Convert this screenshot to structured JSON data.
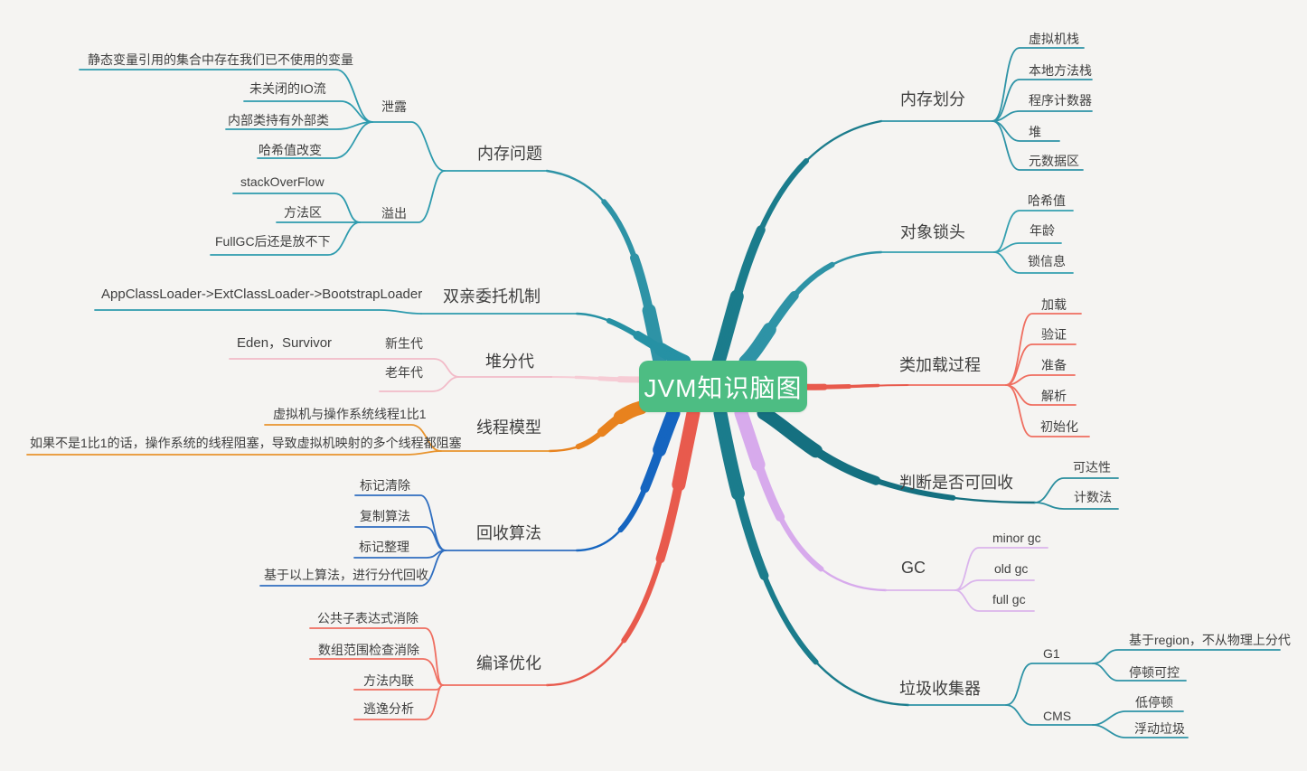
{
  "center": {
    "label": "JVM知识脑图"
  },
  "palette": {
    "background": "#f5f4f2",
    "center_bg": "#4dbd83",
    "center_text": "#ffffff",
    "text": "#3f3f3f",
    "teal": "#2e93a6",
    "teal_dark": "#1b7c8c",
    "teal_deep": "#157080",
    "pink": "#f6ccd5",
    "orange": "#e8821e",
    "blue": "#1565c0",
    "red": "#e85a4d",
    "purple": "#d7aaec"
  },
  "left_branches": [
    {
      "label": "内存问题",
      "children": [
        {
          "label": "泄露",
          "children": [
            {
              "label": "静态变量引用的集合中存在我们已不使用的变量"
            },
            {
              "label": "未关闭的IO流"
            },
            {
              "label": "内部类持有外部类"
            },
            {
              "label": "哈希值改变"
            }
          ]
        },
        {
          "label": "溢出",
          "children": [
            {
              "label": "stackOverFlow"
            },
            {
              "label": "方法区"
            },
            {
              "label": "FullGC后还是放不下"
            }
          ]
        }
      ]
    },
    {
      "label": "双亲委托机制",
      "children": [
        {
          "label": "AppClassLoader->ExtClassLoader->BootstrapLoader"
        }
      ]
    },
    {
      "label": "堆分代",
      "children": [
        {
          "label": "新生代",
          "children": [
            {
              "label": "Eden，Survivor"
            }
          ]
        },
        {
          "label": "老年代"
        }
      ]
    },
    {
      "label": "线程模型",
      "children": [
        {
          "label": "虚拟机与操作系统线程1比1"
        },
        {
          "label": "如果不是1比1的话，操作系统的线程阻塞，导致虚拟机映射的多个线程都阻塞"
        }
      ]
    },
    {
      "label": "回收算法",
      "children": [
        {
          "label": "标记清除"
        },
        {
          "label": "复制算法"
        },
        {
          "label": "标记整理"
        },
        {
          "label": "基于以上算法，进行分代回收"
        }
      ]
    },
    {
      "label": "编译优化",
      "children": [
        {
          "label": "公共子表达式消除"
        },
        {
          "label": "数组范围检查消除"
        },
        {
          "label": "方法内联"
        },
        {
          "label": "逃逸分析"
        }
      ]
    }
  ],
  "right_branches": [
    {
      "label": "内存划分",
      "children": [
        {
          "label": "虚拟机栈"
        },
        {
          "label": "本地方法栈"
        },
        {
          "label": "程序计数器"
        },
        {
          "label": "堆"
        },
        {
          "label": "元数据区"
        }
      ]
    },
    {
      "label": "对象锁头",
      "children": [
        {
          "label": "哈希值"
        },
        {
          "label": "年龄"
        },
        {
          "label": "锁信息"
        }
      ]
    },
    {
      "label": "类加载过程",
      "children": [
        {
          "label": "加载"
        },
        {
          "label": "验证"
        },
        {
          "label": "准备"
        },
        {
          "label": "解析"
        },
        {
          "label": "初始化"
        }
      ]
    },
    {
      "label": "判断是否可回收",
      "children": [
        {
          "label": "可达性"
        },
        {
          "label": "计数法"
        }
      ]
    },
    {
      "label": "GC",
      "children": [
        {
          "label": "minor gc"
        },
        {
          "label": "old gc"
        },
        {
          "label": "full gc"
        }
      ]
    },
    {
      "label": "垃圾收集器",
      "children": [
        {
          "label": "G1",
          "children": [
            {
              "label": "基于region，不从物理上分代"
            },
            {
              "label": "停顿可控"
            }
          ]
        },
        {
          "label": "CMS",
          "children": [
            {
              "label": "低停顿"
            },
            {
              "label": "浮动垃圾"
            }
          ]
        }
      ]
    }
  ]
}
